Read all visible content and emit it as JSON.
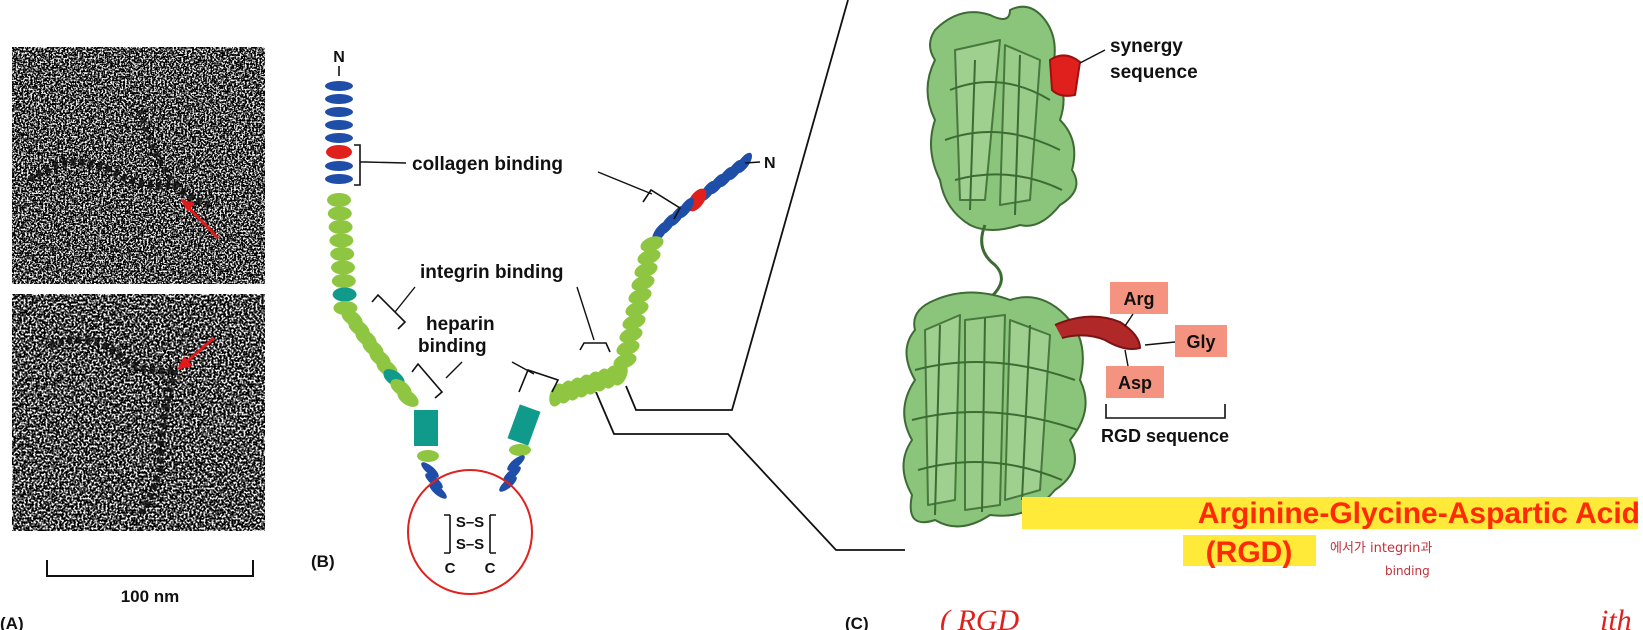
{
  "panel_a": {
    "label": "(A)",
    "scale_bar": "100 nm"
  },
  "panel_b": {
    "label": "(B)",
    "left_terminus": "N",
    "right_terminus": "N",
    "c_left": "C",
    "c_right": "C",
    "disulfide_top": "S–S",
    "disulfide_bottom": "S–S",
    "collagen_binding": "collagen binding",
    "integrin_binding": "integrin binding",
    "heparin_binding_line1": "heparin",
    "heparin_binding_line2": "binding"
  },
  "panel_c": {
    "label": "(C)",
    "synergy_line1": "synergy",
    "synergy_line2": "sequence",
    "arg": "Arg",
    "gly": "Gly",
    "asp": "Asp",
    "rgd_sequence": "RGD sequence"
  },
  "annotations": {
    "rgd_full_line1": "Arginine-Glycine-Aspartic Acid",
    "rgd_full_line2": "(RGD)",
    "handwritten_1": "에서가 integrin과",
    "handwritten_2": "binding",
    "bottom_cutoff": "( RGD",
    "bottom_cutoff_right": "ith"
  },
  "colors": {
    "dark_blue": "#1f4ea8",
    "light_green": "#8fc641",
    "teal": "#0f9a8c",
    "red_module": "#e0201c",
    "protein_green": "#7ab86a",
    "box_salmon": "#f4937f",
    "highlight_yellow": "#ffea3a",
    "circle_red": "#e0201c"
  }
}
